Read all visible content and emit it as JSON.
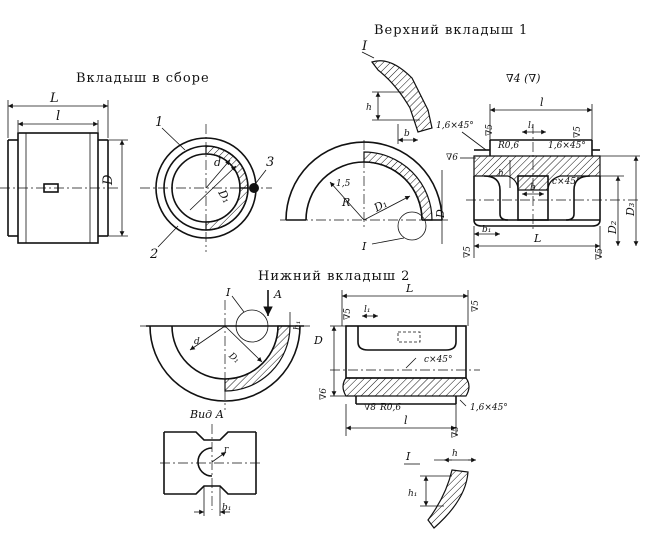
{
  "titles": {
    "assembly": "Вкладыш в сборе",
    "upper": "Верхний вкладыш 1",
    "lower": "Нижний вкладыш 2",
    "view_a": "Вид А"
  },
  "assembly": {
    "dim_L": "L",
    "dim_l": "l",
    "dim_D": "D",
    "dim_D1": "D₁",
    "dim_d": "d",
    "callout_1": "1",
    "callout_2": "2",
    "callout_3": "3"
  },
  "upper": {
    "detail_I": "I",
    "detail_h": "h",
    "detail_b": "b",
    "roughness_top": "∇4 (∇)",
    "dim_l": "l",
    "dim_L": "L",
    "dim_l1": "l₁",
    "dim_D": "D",
    "dim_D2": "D₂",
    "dim_D3": "D₃",
    "dim_h": "h",
    "dim_b": "b",
    "dim_b1": "b₁",
    "dim_R": "R",
    "dim_D1": "D₁",
    "chamfer_1": "1,6×45°",
    "chamfer_2": "1,6×45°",
    "chamfer_3": "c×45°",
    "r06": "R0,6",
    "r15": "1,5",
    "rough_5a": "∇5",
    "rough_5b": "∇5",
    "rough_6": "∇6",
    "rough_5c": "∇5",
    "rough_5d": "∇5",
    "detail_J": "I"
  },
  "lower": {
    "detail_I": "I",
    "arrow_A": "A",
    "dim_h1": "h₁",
    "dim_d": "d",
    "dim_D1": "D₁",
    "dim_D": "D",
    "dim_L": "L",
    "dim_l": "l",
    "dim_l1": "l₁",
    "rough_5a": "∇5",
    "rough_5b": "∇5",
    "rough_6": "∇6",
    "rough_8": "∇8",
    "rough_5c": "∇5",
    "r06": "R0,6",
    "chamfer_1": "c×45°",
    "chamfer_2": "1,6×45°",
    "view_r": "r",
    "view_b1": "b₁",
    "detail2_I": "I",
    "detail2_h": "h",
    "detail2_h1": "h₁"
  }
}
